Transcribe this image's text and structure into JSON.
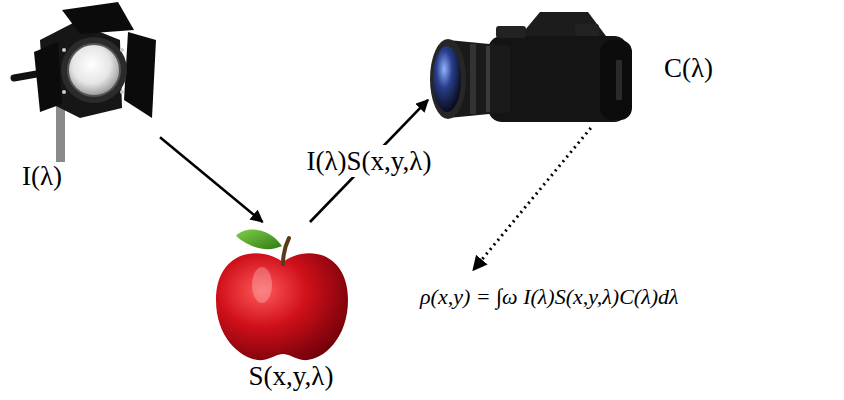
{
  "diagram": {
    "nodes": [
      {
        "text": [
          "I(λ)"
        ]
      },
      {
        "text": [
          "S(x,y,λ)"
        ]
      },
      {
        "text": [
          "C(λ)"
        ]
      },
      {
        "text": [
          "ρ(x,y) = ∫ω I(λ)S(x,y,λ)C(λ)dλ"
        ]
      }
    ],
    "edges": [
      {
        "from": 0,
        "to": 1,
        "arrow": "to"
      },
      {
        "from": 1,
        "to": 2,
        "label": "I(λ)S(x,y,λ)",
        "arrow": "to"
      },
      {
        "from": 2,
        "to": 3,
        "arrow": "to"
      }
    ]
  }
}
